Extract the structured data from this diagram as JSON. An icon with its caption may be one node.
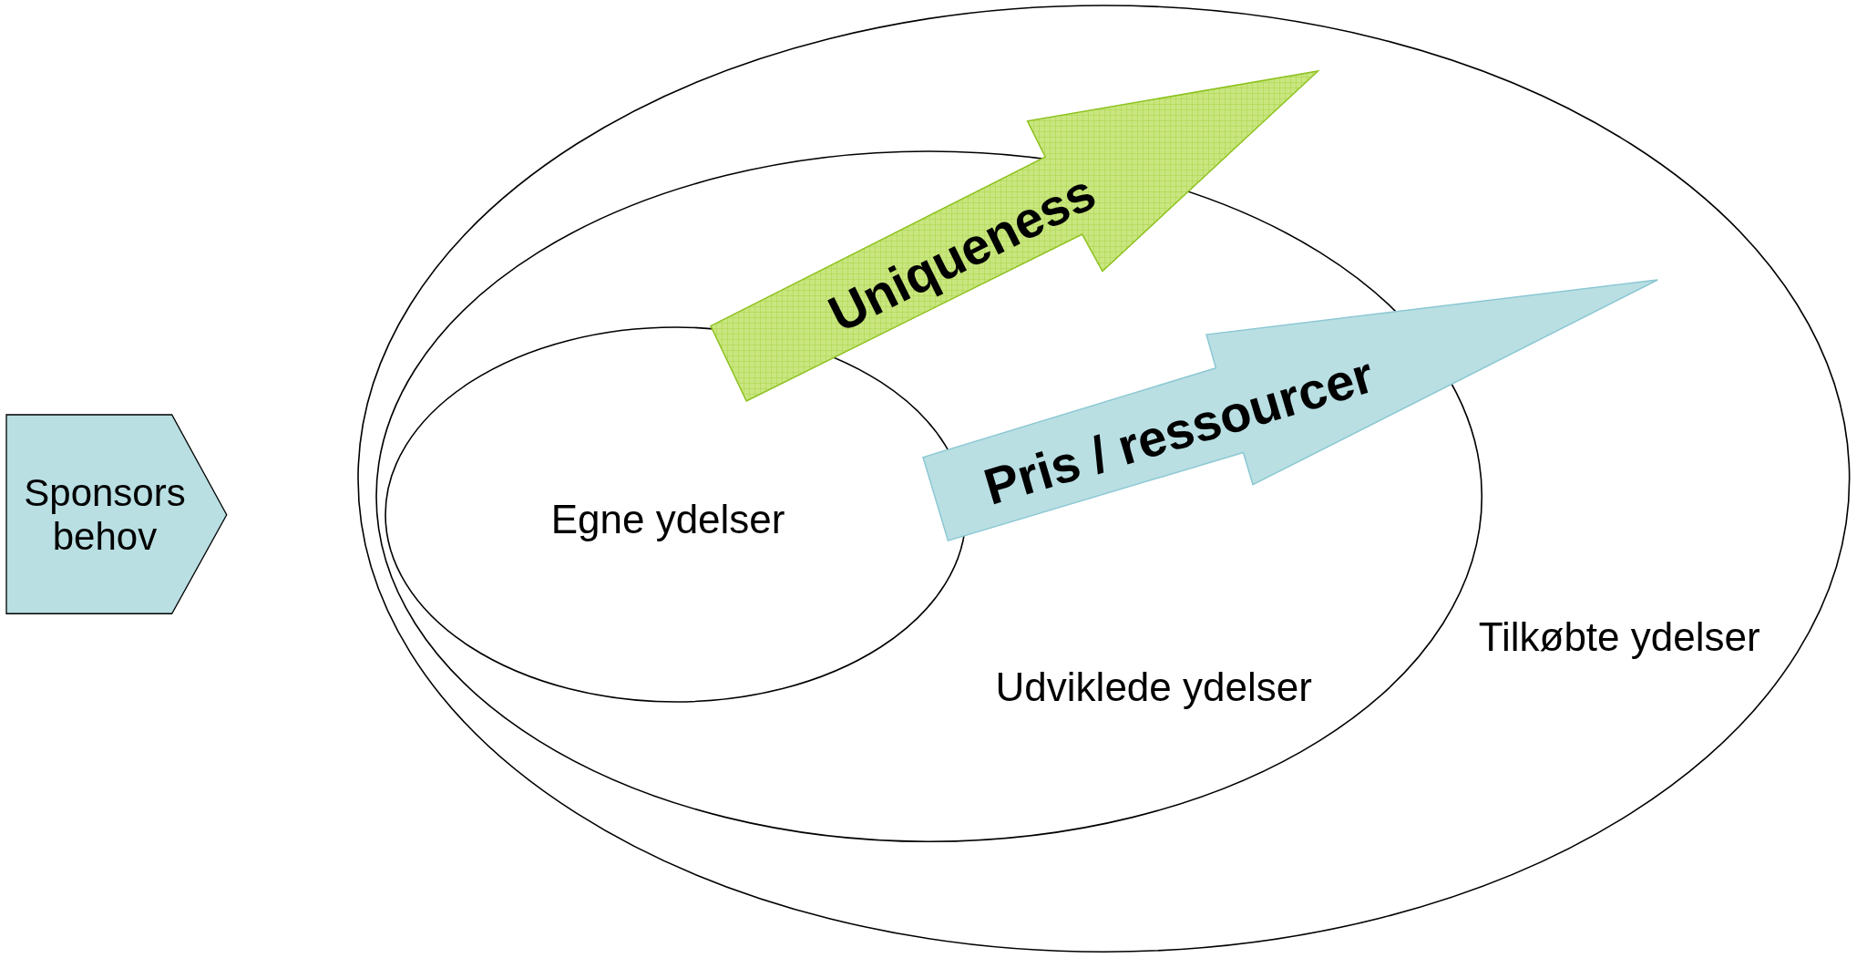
{
  "diagram": {
    "nodes": [
      {
        "text": [
          "Tilkøbte ydelser"
        ]
      },
      {
        "text": [
          "Udviklede ydelser"
        ],
        "in": 0
      },
      {
        "text": [
          "Egne ydelser"
        ],
        "in": 1
      },
      {
        "text": [
          "Sponsors behov"
        ]
      },
      {
        "text": [
          "Uniqueness"
        ],
        "in": 0
      },
      {
        "text": [
          "Pris / ressourcer"
        ],
        "in": 0
      }
    ]
  }
}
